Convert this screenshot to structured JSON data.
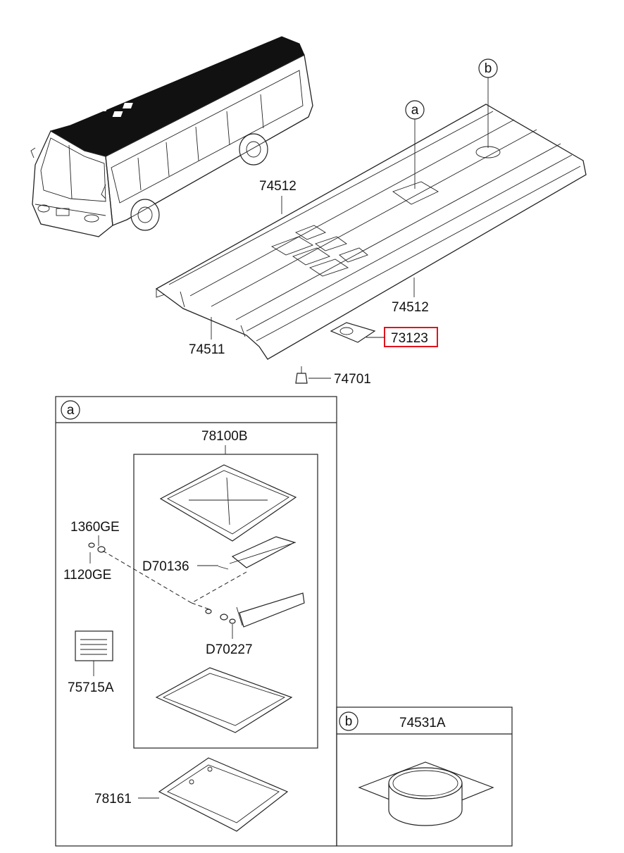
{
  "colors": {
    "line": "#222222",
    "highlight": "#e0141e",
    "background": "#ffffff"
  },
  "callouts": {
    "a": "a",
    "b": "b"
  },
  "roof_parts": {
    "panel_upper": "74512",
    "panel_lower": "74512",
    "panel_main": "74511",
    "pad": "73123",
    "rivet": "74701"
  },
  "detail_a": {
    "tag": "a",
    "hatch_assy": "78100B",
    "bolt": "1360GE",
    "washer": "1120GE",
    "pin_1": "D70136",
    "pin_2": "D70227",
    "label_plate": "75715A",
    "frame": "78161"
  },
  "detail_b": {
    "tag": "b",
    "vent_ring": "74531A"
  },
  "highlighted_part": "73123"
}
